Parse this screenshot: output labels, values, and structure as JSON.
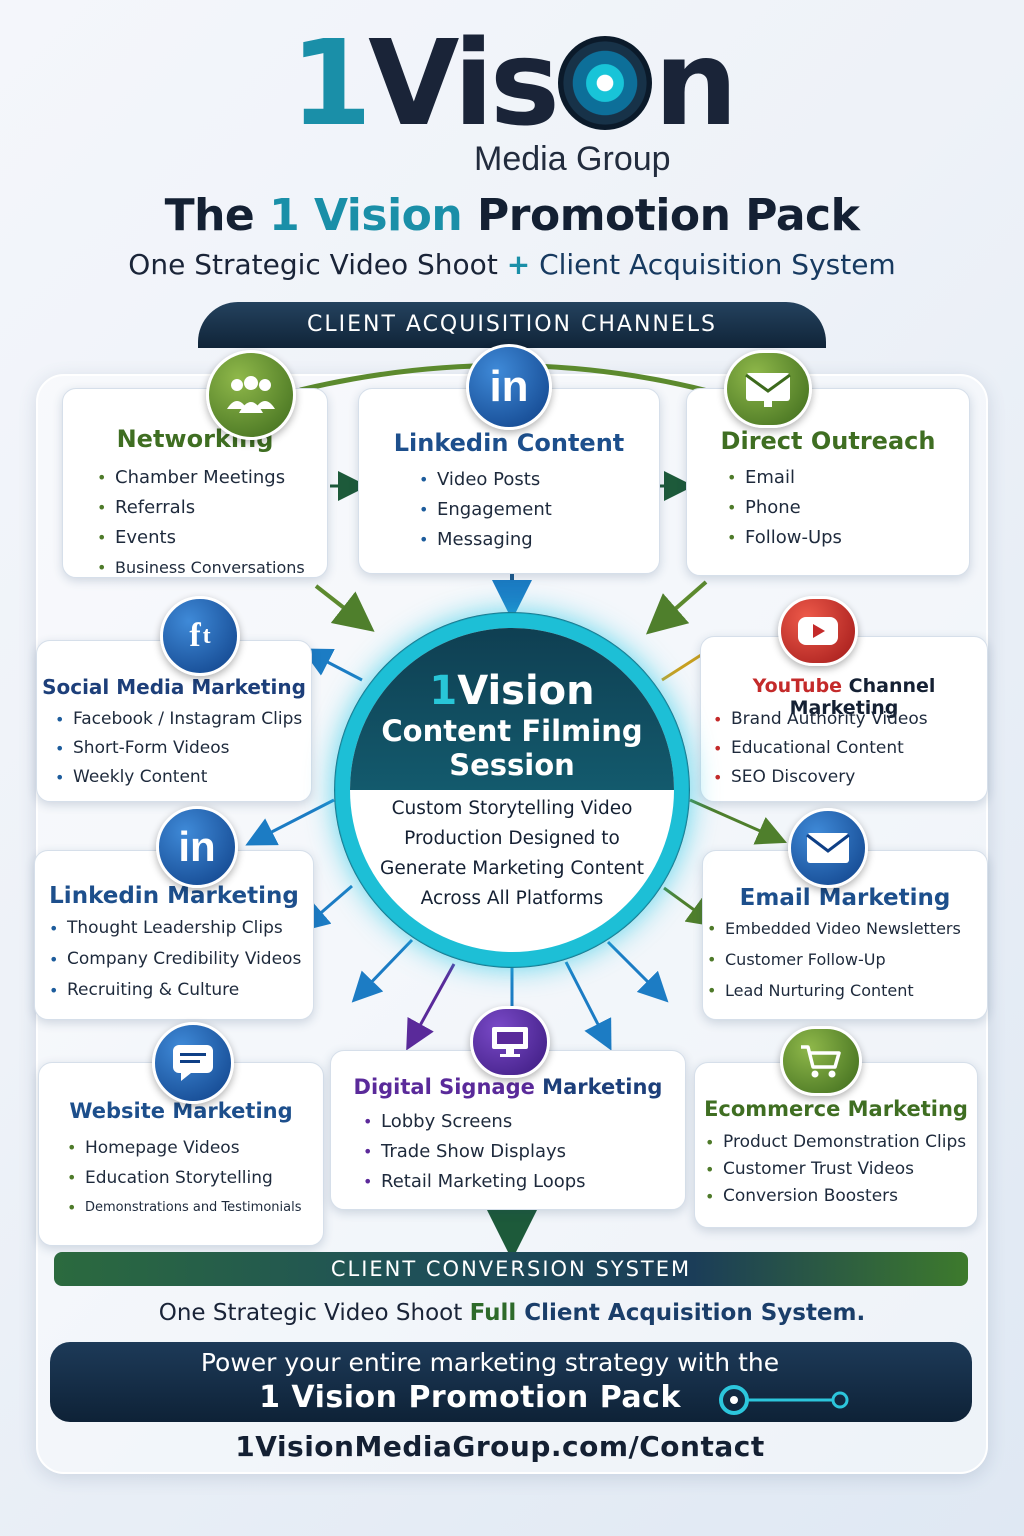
{
  "header": {
    "logo_one": "1",
    "logo_word_a": "Vis",
    "logo_word_b": "n",
    "logo_sub": "Media Group",
    "title_a": "The ",
    "title_accent": "1 Vision",
    "title_b": " Promotion Pack",
    "subtitle_a": "One Strategic Video Shoot ",
    "subtitle_plus": "+",
    "subtitle_b": " Client Acquisition System",
    "banner": "CLIENT ACQUISITION CHANNELS"
  },
  "channels": {
    "networking": {
      "title": "Networking",
      "items": [
        "Chamber Meetings",
        "Referrals",
        "Events",
        "Business Conversations"
      ]
    },
    "linkedin_content": {
      "title": "Linkedin Content",
      "items": [
        "Video Posts",
        "Engagement",
        "Messaging"
      ]
    },
    "direct_outreach": {
      "title": "Direct Outreach",
      "items": [
        "Email",
        "Phone",
        "Follow-Ups"
      ]
    },
    "social_media": {
      "title": "Social Media Marketing",
      "items": [
        "Facebook / Instagram Clips",
        "Short-Form Videos",
        "Weekly Content"
      ]
    },
    "youtube": {
      "title_a": "YouTube",
      "title_b": " Channel Marketing",
      "items": [
        "Brand Authority Videos",
        "Educational Content",
        "SEO Discovery"
      ]
    },
    "linkedin_marketing": {
      "title": "Linkedin Marketing",
      "items": [
        "Thought Leadership Clips",
        "Company Credibility Videos",
        "Recruiting & Culture"
      ]
    },
    "email_marketing": {
      "title": "Email Marketing",
      "items": [
        "Embedded Video Newsletters",
        "Customer Follow-Up",
        "Lead Nurturing Content"
      ]
    },
    "website": {
      "title": "Website Marketing",
      "items": [
        "Homepage Videos",
        "Education Storytelling",
        "Demonstrations and Testimonials"
      ]
    },
    "digital_signage": {
      "title_a": "Digital Signage",
      "title_b": " Marketing",
      "items": [
        "Lobby Screens",
        "Trade Show Displays",
        "Retail Marketing Loops"
      ]
    },
    "ecommerce": {
      "title": "Ecommerce Marketing",
      "items": [
        "Product Demonstration Clips",
        "Customer Trust Videos",
        "Conversion Boosters"
      ]
    }
  },
  "center": {
    "brand_one": "1",
    "brand_rest": "Vision",
    "line1": "Content Filming",
    "line2": "Session",
    "desc": [
      "Custom Storytelling Video",
      "Production Designed to",
      "Generate Marketing Content",
      "Across All Platforms"
    ]
  },
  "icons": {
    "networking": "people-icon",
    "linkedin_content": "linkedin-icon",
    "direct_outreach": "envelope-icon",
    "social_media": "facebook-twitter-icon",
    "youtube": "youtube-play-icon",
    "linkedin_marketing": "linkedin-icon",
    "email_marketing": "envelope-icon",
    "website": "chat-bubble-icon",
    "digital_signage": "monitor-icon",
    "ecommerce": "shopping-cart-icon",
    "li_glyph": "in",
    "fb_glyph": "f",
    "fb_glyph_b": "t"
  },
  "colors": {
    "green": "#3f6e22",
    "blue": "#1d4f8c",
    "teal": "#1a8fa8",
    "red": "#c42a2a",
    "purple": "#5a2a9a",
    "navy": "#142033"
  },
  "footer": {
    "conversion_banner": "CLIENT CONVERSION SYSTEM",
    "conv_a": "One Strategic Video Shoot ",
    "conv_b": "Full ",
    "conv_c": "Client Acquisition System.",
    "cta_line1": "Power your entire marketing strategy with the",
    "cta_line2": "1 Vision Promotion Pack",
    "url": "1VisionMediaGroup.com/Contact"
  }
}
